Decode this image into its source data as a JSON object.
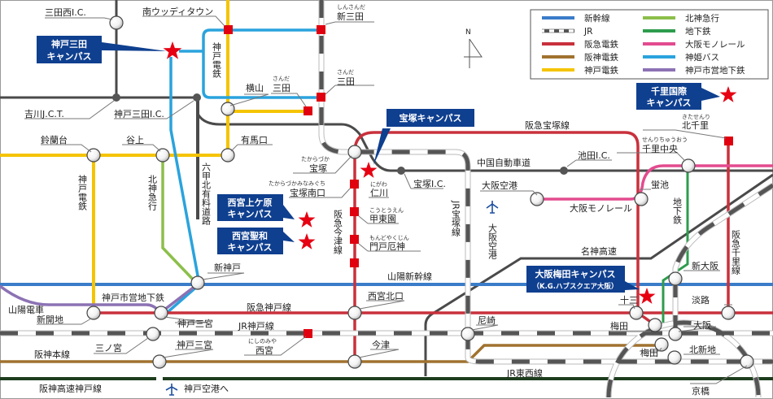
{
  "legend": {
    "items": [
      {
        "label": "新幹線",
        "color": "#3a7cc9"
      },
      {
        "label": "JR",
        "color": "#555555"
      },
      {
        "label": "阪急電鉄",
        "color": "#c8313c"
      },
      {
        "label": "阪神電鉄",
        "color": "#a0722f"
      },
      {
        "label": "神戸電鉄",
        "color": "#f5c400"
      },
      {
        "label": "北神急行",
        "color": "#8cbf4a"
      },
      {
        "label": "地下鉄",
        "color": "#2e9c4c"
      },
      {
        "label": "大阪モノレール",
        "color": "#e34b8f"
      },
      {
        "label": "神姫バス",
        "color": "#2aa3dd"
      },
      {
        "label": "神戸市営地下鉄",
        "color": "#8c72b4"
      }
    ]
  },
  "compass": "N",
  "campuses": {
    "sanda": [
      "神戸三田",
      "キャンパス"
    ],
    "takarazuka": "宝塚キャンパス",
    "uegahara": [
      "西宮上ケ原",
      "キャンパス"
    ],
    "seiwa": [
      "西宮聖和",
      "キャンパス"
    ],
    "senri": [
      "千里国際",
      "キャンパス"
    ],
    "umeda": [
      "大阪梅田キャンパス",
      "（K.G.ハブスクエア大阪）"
    ]
  },
  "stations": {
    "sanda_nishi_ic": "三田西I.C.",
    "minami_woody": "南ウッディタウン",
    "shinsanda": "新三田",
    "shinsanda_f": "しんさんだ",
    "sanda_jr": "三田",
    "sanda_jr_f": "さんだ",
    "sanda_kd": "三田",
    "sanda_kd_f": "さんだ",
    "yokoyama": "横山",
    "yoshikawa_jct": "吉川J.C.T.",
    "kobe_sanda_ic": "神戸三田I.C.",
    "suzurandai": "鈴蘭台",
    "tanigami": "谷上",
    "arimaguchi": "有馬口",
    "takarazuka": "宝塚",
    "takarazuka_f": "たからづか",
    "takarazuka_minamiguchi": "宝塚南口",
    "takarazuka_minamiguchi_f": "たからづかみなみぐち",
    "nigawa": "仁川",
    "nigawa_f": "にがわ",
    "kotoen": "甲東園",
    "kotoen_f": "こうとうえん",
    "mondoyakujin": "門戸厄神",
    "mondoyakujin_f": "もんどやくじん",
    "takarazuka_ic": "宝塚I.C.",
    "ikeda_ic": "池田I.C.",
    "osaka_airport": "大阪空港",
    "hotarugaike": "蛍池",
    "senri_chuo": "千里中央",
    "senri_chuo_f": "せんりちゅうおう",
    "kitasenri": "北千里",
    "kitasenri_f": "きたせんり",
    "shinkobe": "新神戸",
    "shinkaichi": "新開地",
    "kobe_sannomiya_hk": "神戸三宮",
    "sannomiya": "三ノ宮",
    "kobe_sannomiya_hs": "神戸三宮",
    "nishinomiya": "西宮",
    "nishinomiya_f": "にしのみや",
    "nishinomiya_kitaguchi": "西宮北口",
    "imazu": "今津",
    "amagasaki": "尼崎",
    "juso": "十三",
    "umeda_hk": "梅田",
    "umeda_hs": "梅田",
    "osaka": "大阪",
    "kitashinchi": "北新地",
    "shin_osaka": "新大阪",
    "awaji": "淡路",
    "kyobashi": "京橋"
  },
  "lines": {
    "kobe_dentetsu_1": "神戸電鉄",
    "kobe_dentetsu_2": "神戸電鉄",
    "hokushin": "北神急行",
    "rokko": "六甲北有料道路",
    "hankyu_imazu": "阪急今津線",
    "hankyu_takarazuka": "阪急宝塚線",
    "chugoku": "中国自動車道",
    "jr_takarazuka": "JR宝塚線",
    "osaka_airport_v": "大阪空港",
    "monorail": "大阪モノレール",
    "chikatetsu": "地下鉄",
    "hankyu_senri": "阪急千里線",
    "meishin": "名神高速",
    "sanyo_shinkansen": "山陽新幹線",
    "kobe_subway": "神戸市営地下鉄",
    "sanyo_dentetsu": "山陽電車",
    "hankyu_kobe": "阪急神戸線",
    "jr_kobe": "JR神戸線",
    "hanshin_main": "阪神本線",
    "jr_tozai": "JR東西線",
    "hanshin_expressway": "阪神高速神戸線",
    "to_kobe_airport": "神戸空港へ"
  }
}
